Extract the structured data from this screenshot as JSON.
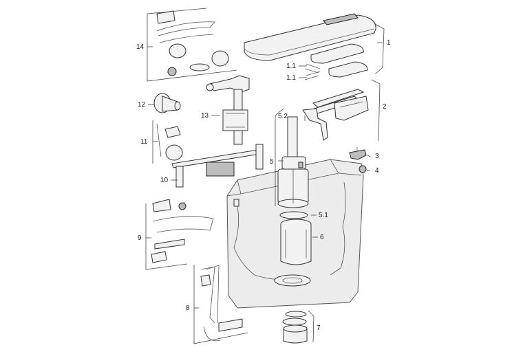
{
  "labels": {
    "l1": "1",
    "l1_1a": "1.1",
    "l1_1b": "1.1",
    "l2": "2",
    "l3": "3",
    "l4": "4",
    "l5": "5",
    "l5_1": "5.1",
    "l5_2": "5.2",
    "l6": "6",
    "l7": "7",
    "l8": "8",
    "l9": "9",
    "l10": "10",
    "l11": "11",
    "l12": "12",
    "l13": "13",
    "l14": "14"
  }
}
